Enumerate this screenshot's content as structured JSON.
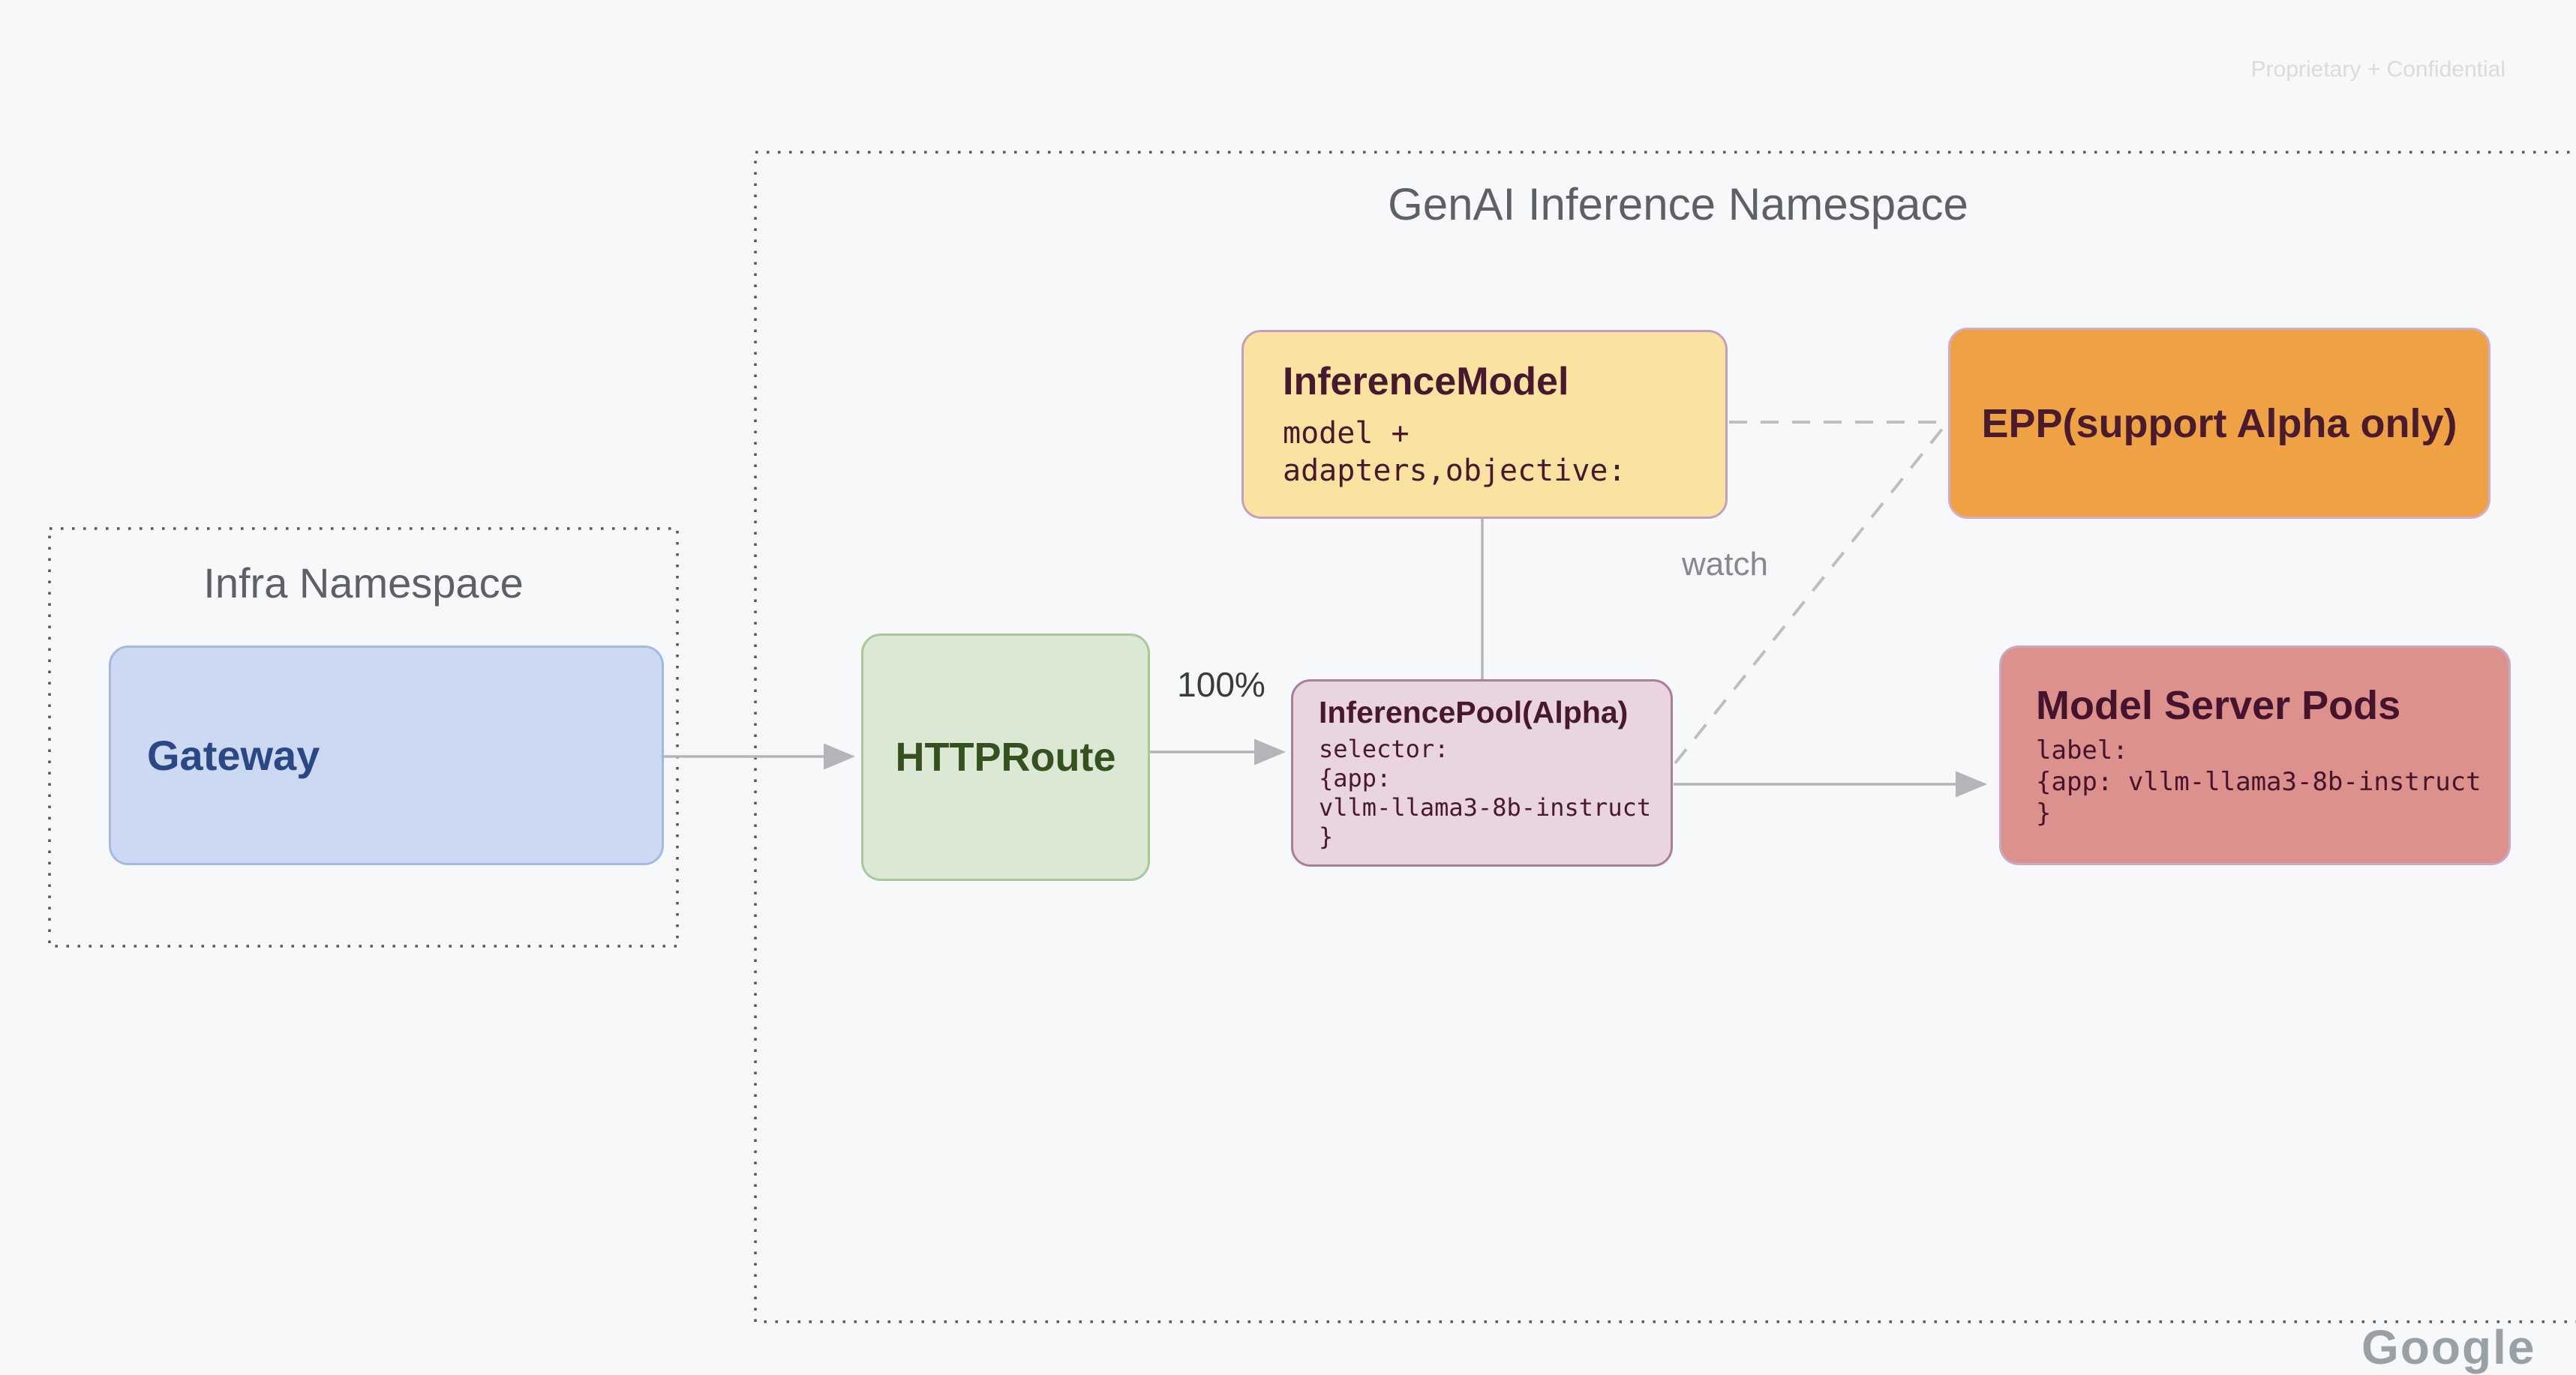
{
  "page": {
    "background": "#f7f8fa",
    "watermark": "Proprietary + Confidential",
    "brand_partial": "Google"
  },
  "namespaces": {
    "genai": {
      "title": "GenAI Inference Namespace",
      "border_style": "dotted",
      "border_color": "#54575b"
    },
    "infra": {
      "title": "Infra Namespace",
      "border_style": "dotted",
      "border_color": "#54575b"
    }
  },
  "nodes": {
    "gateway": {
      "title": "Gateway",
      "fill": "#ccd9f2",
      "border": "#a2b9e6",
      "text_color": "#2b4785"
    },
    "httproute": {
      "title": "HTTPRoute",
      "fill": "#dbe8d3",
      "border": "#a9c79b",
      "text_color": "#35511f"
    },
    "inference_model": {
      "title": "InferenceModel",
      "code_lines": [
        "model +",
        "adapters,objective:"
      ],
      "fill": "#fae2a0",
      "border": "#c2a0bb",
      "text_color": "#48182f"
    },
    "epp": {
      "title": "EPP(support Alpha only)",
      "fill": "#efa243",
      "border": "#d2abc6",
      "text_color": "#4a1b2e"
    },
    "inference_pool": {
      "title": "InferencePool(Alpha)",
      "code_lines": [
        "selector:",
        "{app:",
        "vllm-llama3-8b-instruct",
        "}"
      ],
      "fill": "#e9d5e0",
      "border": "#a87e9a",
      "text_color": "#48182f"
    },
    "model_server_pods": {
      "title": "Model Server Pods",
      "code_lines": [
        "label:",
        "{app: vllm-llama3-8b-instruct",
        "}"
      ],
      "fill": "#dc918d",
      "border": "#caa7c5",
      "text_color": "#45132c"
    }
  },
  "edges": {
    "gateway_to_httproute": {
      "from": "gateway",
      "to": "httproute",
      "style": "solid-arrow",
      "label": ""
    },
    "httproute_to_inference_pool": {
      "from": "httproute",
      "to": "inference_pool",
      "style": "solid-arrow",
      "label": "100%"
    },
    "inference_model_to_inference_pool": {
      "from": "inference_model",
      "to": "inference_pool",
      "style": "solid-line",
      "label": ""
    },
    "inference_model_to_epp": {
      "from": "inference_model",
      "to": "epp",
      "style": "dashed-line",
      "label": ""
    },
    "inference_pool_to_epp": {
      "from": "inference_pool",
      "to": "epp",
      "style": "dashed-line",
      "label": "watch"
    },
    "inference_pool_to_model_server_pods": {
      "from": "inference_pool",
      "to": "model_server_pods",
      "style": "solid-arrow",
      "label": ""
    }
  },
  "palette": {
    "arrow_gray": "#b3b5b8",
    "dashed_gray": "#bcbec1",
    "namespace_title_gray": "#5d6166",
    "edge_label_dark": "#393c3f",
    "edge_label_gray": "#85898d",
    "watermark_gray": "#d9dbdd"
  }
}
